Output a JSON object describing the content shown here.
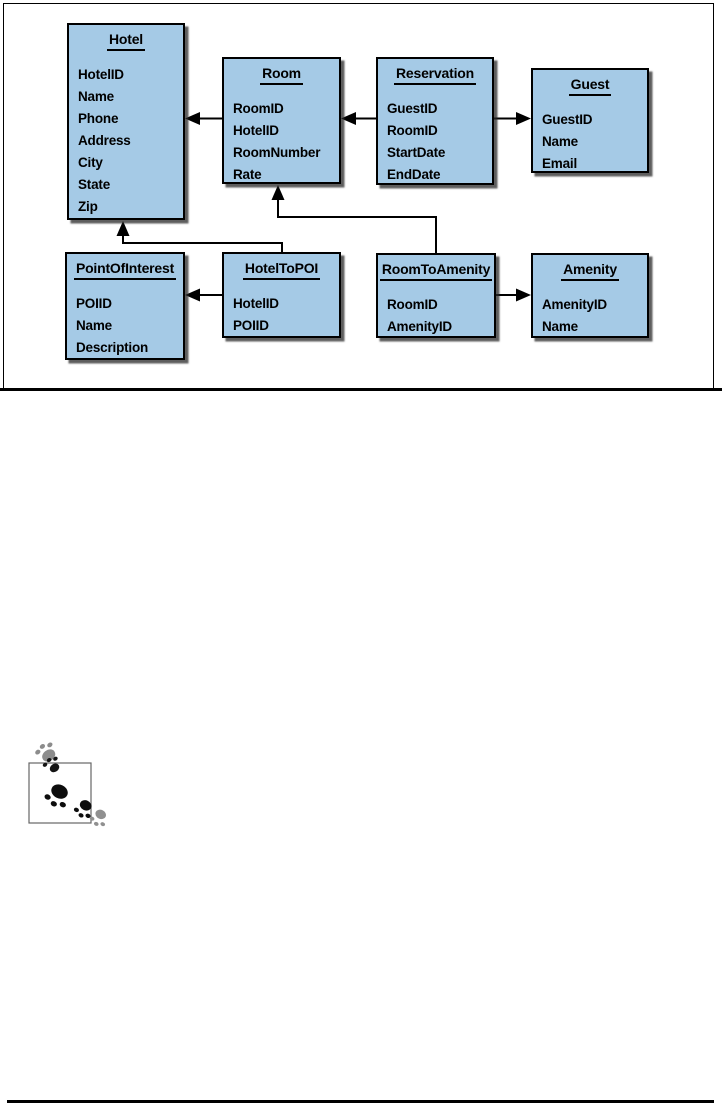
{
  "figure": {
    "colors": {
      "entity_fill": "#a5cae6",
      "entity_border": "#000000",
      "shadow_gray": "#282828",
      "line_black": "#000000",
      "paw_gray": "#8c8c8c"
    },
    "entities": [
      {
        "name": "Hotel",
        "fields": [
          "HotelID",
          "Name",
          "Phone",
          "Address",
          "City",
          "State",
          "Zip"
        ]
      },
      {
        "name": "Room",
        "fields": [
          "RoomID",
          "HotelID",
          "RoomNumber",
          "Rate"
        ]
      },
      {
        "name": "Reservation",
        "fields": [
          "GuestID",
          "RoomID",
          "StartDate",
          "EndDate"
        ]
      },
      {
        "name": "Guest",
        "fields": [
          "GuestID",
          "Name",
          "Email"
        ]
      },
      {
        "name": "PointOfInterest",
        "fields": [
          "POIID",
          "Name",
          "Description"
        ]
      },
      {
        "name": "HotelToPOI",
        "fields": [
          "HotelID",
          "POIID"
        ]
      },
      {
        "name": "RoomToAmenity",
        "fields": [
          "RoomID",
          "AmenityID"
        ]
      },
      {
        "name": "Amenity",
        "fields": [
          "AmenityID",
          "Name"
        ]
      }
    ],
    "relationships": [
      {
        "from": "Room",
        "to": "Hotel"
      },
      {
        "from": "Reservation",
        "to": "Room"
      },
      {
        "from": "Reservation",
        "to": "Guest"
      },
      {
        "from": "HotelToPOI",
        "to": "PointOfInterest"
      },
      {
        "from": "HotelToPOI",
        "to": "Hotel"
      },
      {
        "from": "RoomToAmenity",
        "to": "Room"
      },
      {
        "from": "RoomToAmenity",
        "to": "Amenity"
      }
    ]
  }
}
